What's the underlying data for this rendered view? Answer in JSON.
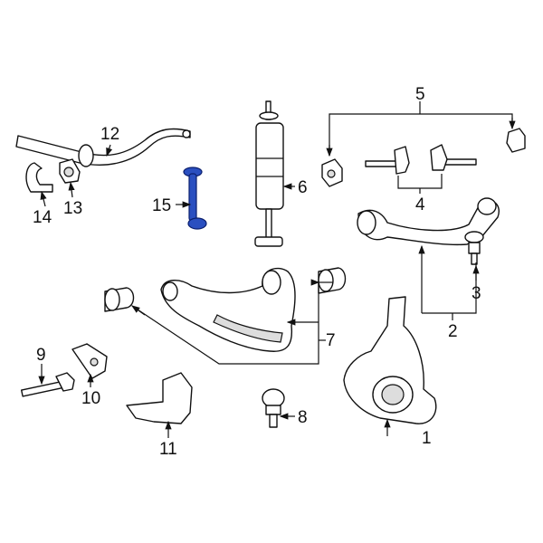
{
  "diagram": {
    "title": "Front suspension components",
    "highlight_color": "#2a4fc0",
    "callouts": [
      {
        "id": "1",
        "label": "1"
      },
      {
        "id": "2",
        "label": "2"
      },
      {
        "id": "3",
        "label": "3"
      },
      {
        "id": "4",
        "label": "4"
      },
      {
        "id": "5",
        "label": "5"
      },
      {
        "id": "6",
        "label": "6"
      },
      {
        "id": "7",
        "label": "7"
      },
      {
        "id": "8",
        "label": "8"
      },
      {
        "id": "9",
        "label": "9"
      },
      {
        "id": "10",
        "label": "10"
      },
      {
        "id": "11",
        "label": "11"
      },
      {
        "id": "12",
        "label": "12"
      },
      {
        "id": "13",
        "label": "13"
      },
      {
        "id": "14",
        "label": "14"
      },
      {
        "id": "15",
        "label": "15"
      }
    ],
    "highlighted_part": "15"
  }
}
